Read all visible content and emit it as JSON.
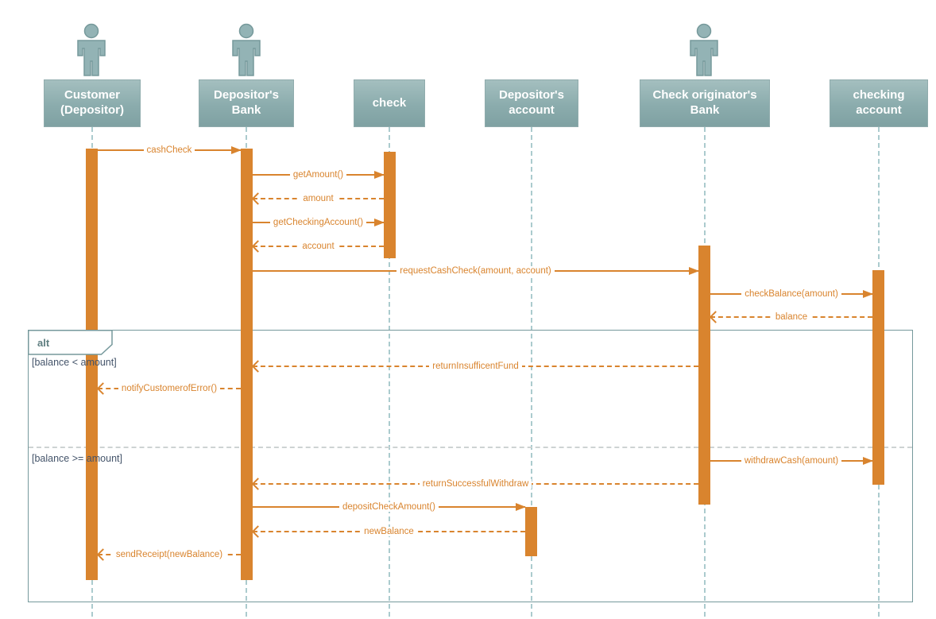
{
  "diagram": {
    "kind": "uml-sequence-diagram",
    "colors": {
      "accent_orange": "#D9842E",
      "header_teal": "#8BACAD",
      "frame_teal": "#76999C",
      "lifeline_teal": "#ABCBCE"
    },
    "icons": {
      "actor": "uml-actor-person-icon"
    }
  },
  "participants": [
    {
      "name": "Customer (Depositor)",
      "has_actor_icon": true
    },
    {
      "name": "Depositor's Bank",
      "has_actor_icon": true
    },
    {
      "name": "check",
      "has_actor_icon": false
    },
    {
      "name": "Depositor's account",
      "has_actor_icon": false
    },
    {
      "name": "Check originator's Bank",
      "has_actor_icon": true
    },
    {
      "name": "checking account",
      "has_actor_icon": false
    }
  ],
  "fragment": {
    "operator": "alt",
    "guards": [
      "[balance < amount]",
      "[balance >= amount]"
    ]
  },
  "messages": [
    {
      "label": "cashCheck",
      "from": "Customer (Depositor)",
      "to": "Depositor's Bank",
      "kind": "sync"
    },
    {
      "label": "getAmount()",
      "from": "Depositor's Bank",
      "to": "check",
      "kind": "sync"
    },
    {
      "label": "amount",
      "from": "check",
      "to": "Depositor's Bank",
      "kind": "return"
    },
    {
      "label": "getCheckingAccount()",
      "from": "Depositor's Bank",
      "to": "check",
      "kind": "sync"
    },
    {
      "label": "account",
      "from": "check",
      "to": "Depositor's Bank",
      "kind": "return"
    },
    {
      "label": "requestCashCheck(amount, account)",
      "from": "Depositor's Bank",
      "to": "Check originator's Bank",
      "kind": "sync"
    },
    {
      "label": "checkBalance(amount)",
      "from": "Check originator's Bank",
      "to": "checking account",
      "kind": "sync"
    },
    {
      "label": "balance",
      "from": "checking account",
      "to": "Check originator's Bank",
      "kind": "return"
    },
    {
      "label": "returnInsufficentFund",
      "from": "Check originator's Bank",
      "to": "Depositor's Bank",
      "kind": "return"
    },
    {
      "label": "notifyCustomerofError()",
      "from": "Depositor's Bank",
      "to": "Customer (Depositor)",
      "kind": "return"
    },
    {
      "label": "withdrawCash(amount)",
      "from": "Check originator's Bank",
      "to": "checking account",
      "kind": "sync"
    },
    {
      "label": "returnSuccessfulWithdraw",
      "from": "Check originator's Bank",
      "to": "Depositor's Bank",
      "kind": "return"
    },
    {
      "label": "depositCheckAmount()",
      "from": "Depositor's Bank",
      "to": "Depositor's account",
      "kind": "sync"
    },
    {
      "label": "newBalance",
      "from": "Depositor's account",
      "to": "Depositor's Bank",
      "kind": "return"
    },
    {
      "label": "sendReceipt(newBalance)",
      "from": "Depositor's Bank",
      "to": "Customer (Depositor)",
      "kind": "return"
    }
  ]
}
